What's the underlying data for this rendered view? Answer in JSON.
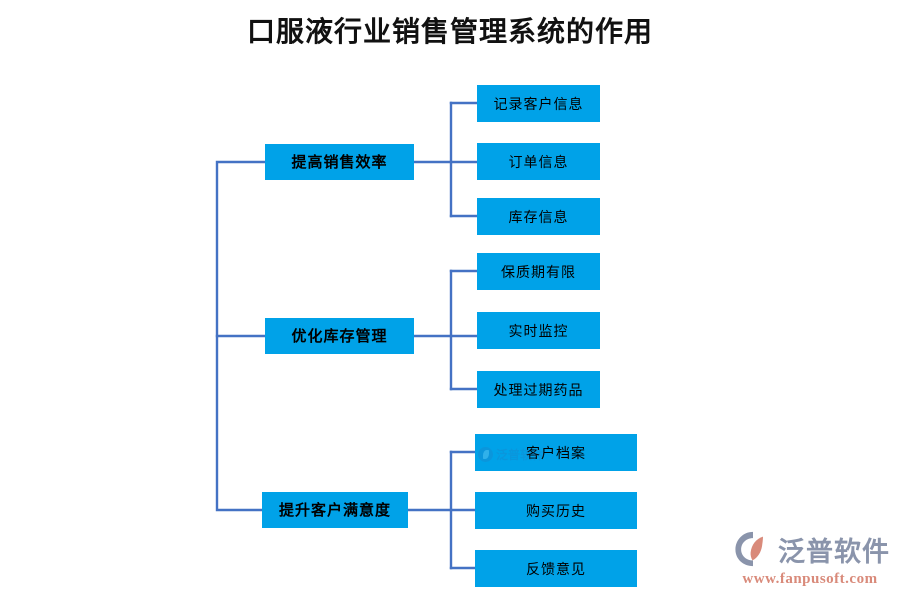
{
  "title": "口服液行业销售管理系统的作用",
  "theme": {
    "box_fill": "#00A2E8",
    "box_text": "#000000",
    "connector": "#4472C4",
    "background": "#FFFFFF",
    "brand_name_color": "#8A94AB",
    "brand_url_color": "#D98A7A"
  },
  "diagram": {
    "type": "tree",
    "root_label": "",
    "branches": [
      {
        "id": "branch-1",
        "label": "提高销售效率",
        "children": [
          {
            "id": "node-1-1",
            "label": "记录客户信息"
          },
          {
            "id": "node-1-2",
            "label": "订单信息"
          },
          {
            "id": "node-1-3",
            "label": "库存信息"
          }
        ]
      },
      {
        "id": "branch-2",
        "label": "优化库存管理",
        "children": [
          {
            "id": "node-2-1",
            "label": "保质期有限"
          },
          {
            "id": "node-2-2",
            "label": "实时监控"
          },
          {
            "id": "node-2-3",
            "label": "处理过期药品"
          }
        ]
      },
      {
        "id": "branch-3",
        "label": "提升客户满意度",
        "children": [
          {
            "id": "node-3-1",
            "label": "客户档案"
          },
          {
            "id": "node-3-2",
            "label": "购买历史"
          },
          {
            "id": "node-3-3",
            "label": "反馈意见"
          }
        ]
      }
    ]
  },
  "inline_watermark": {
    "text": "泛普软件",
    "icon": "fanpu-logo-icon"
  },
  "brand_watermark": {
    "name": "泛普软件",
    "url": "www.fanpusoft.com",
    "icon": "fanpu-logo-icon"
  }
}
